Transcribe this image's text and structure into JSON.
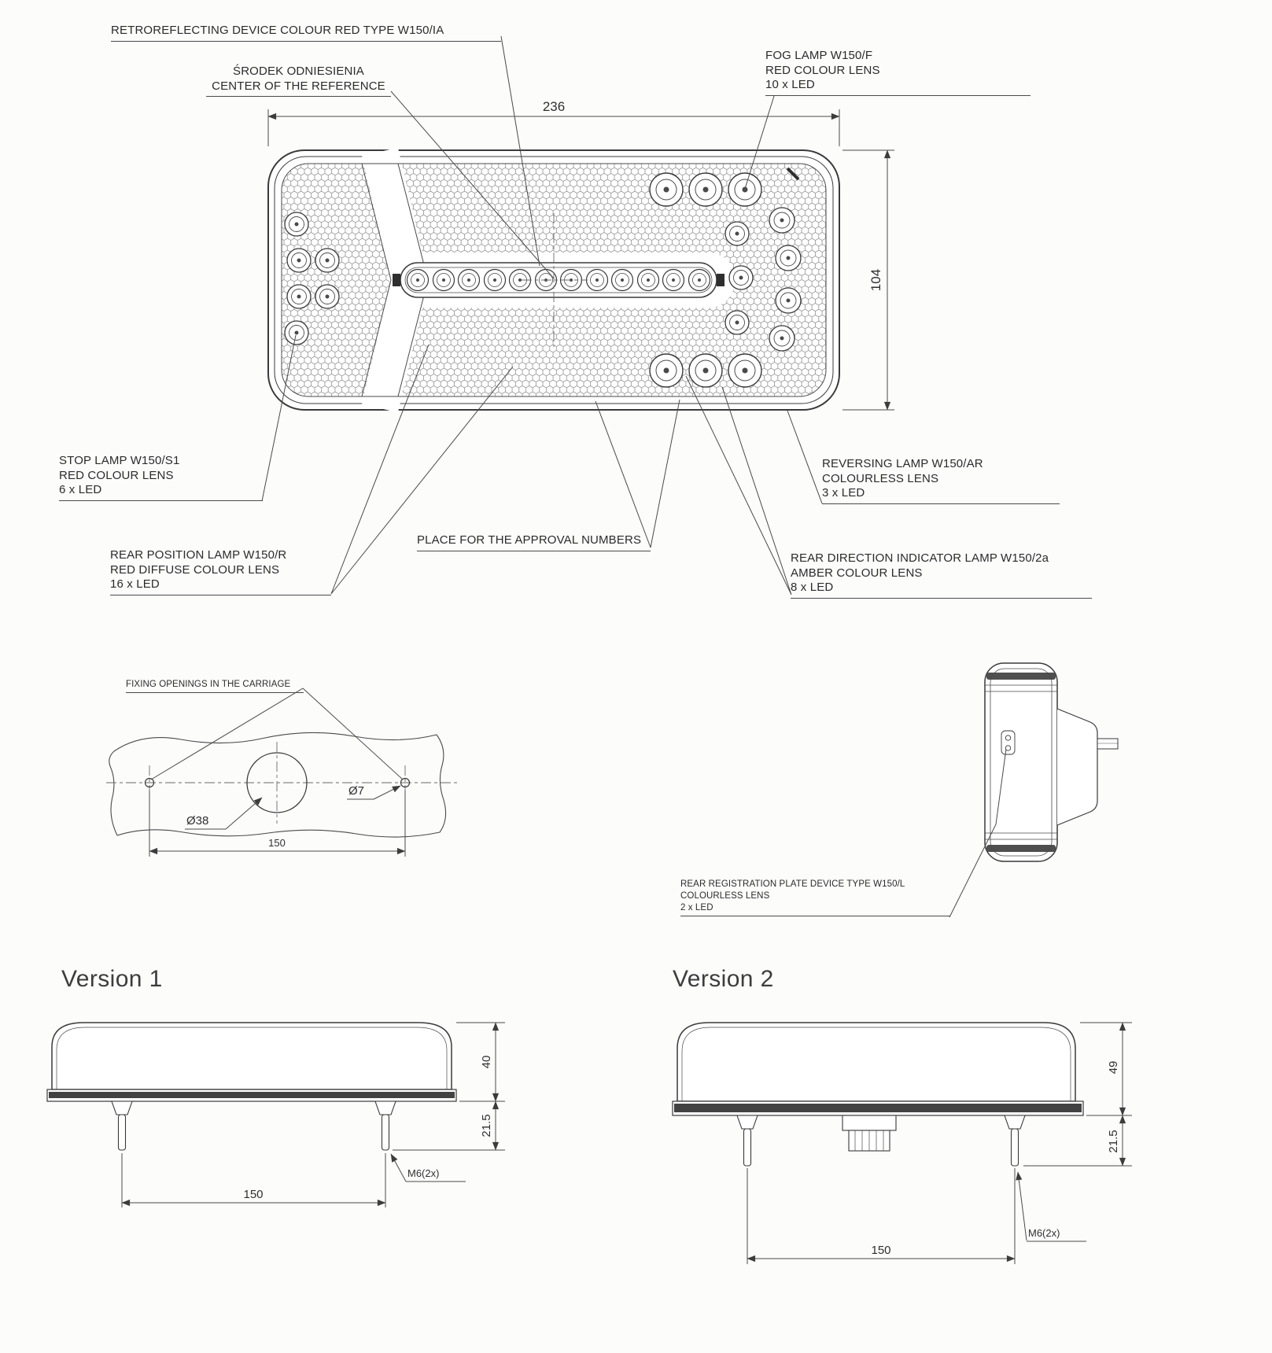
{
  "main_view": {
    "dim_width": "236",
    "dim_height": "104",
    "callouts": {
      "retroreflecting": {
        "lines": [
          "RETROREFLECTING DEVICE COLOUR RED TYPE W150/IA"
        ]
      },
      "center_reference": {
        "lines": [
          "ŚRODEK ODNIESIENIA",
          "CENTER OF THE REFERENCE"
        ]
      },
      "fog_lamp": {
        "lines": [
          "FOG LAMP W150/F",
          "RED COLOUR LENS",
          "10 x LED"
        ]
      },
      "stop_lamp": {
        "lines": [
          "STOP LAMP W150/S1",
          "RED COLOUR LENS",
          "6 x LED"
        ]
      },
      "rear_position_lamp": {
        "lines": [
          "REAR POSITION LAMP W150/R",
          "RED DIFFUSE COLOUR LENS",
          "16 x LED"
        ]
      },
      "approval_numbers": {
        "lines": [
          "PLACE FOR THE APPROVAL NUMBERS"
        ]
      },
      "reversing_lamp": {
        "lines": [
          "REVERSING LAMP W150/AR",
          "COLOURLESS LENS",
          "3 x LED"
        ]
      },
      "rear_direction_lamp": {
        "lines": [
          "REAR DIRECTION INDICATOR LAMP W150/2a",
          "AMBER COLOUR LENS",
          "8 x LED"
        ]
      }
    }
  },
  "fixing_view": {
    "title": "FIXING OPENINGS IN THE CARRIAGE",
    "dim_large_hole": "Ø38",
    "dim_small_hole": "Ø7",
    "dim_spacing": "150"
  },
  "side_view": {
    "callout_registration": {
      "lines": [
        "REAR REGISTRATION PLATE DEVICE TYPE W150/L",
        "COLOURLESS LENS",
        "2 x LED"
      ]
    }
  },
  "version1": {
    "title": "Version 1",
    "dim_body_height": "40",
    "dim_stud_length": "21.5",
    "dim_stud_spacing": "150",
    "dim_thread": "M6(2x)"
  },
  "version2": {
    "title": "Version 2",
    "dim_body_height": "49",
    "dim_stud_length": "21.5",
    "dim_stud_spacing": "150",
    "dim_thread": "M6(2x)"
  }
}
